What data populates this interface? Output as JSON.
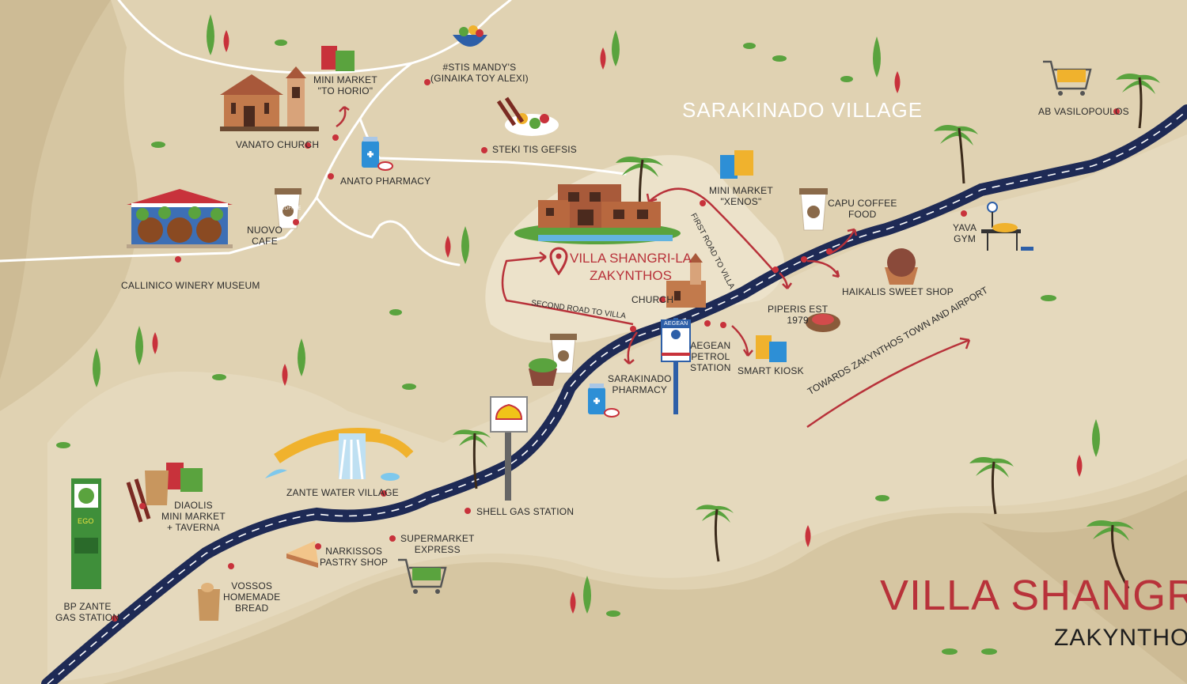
{
  "title": {
    "main": "VILLA SHANGRI-LA",
    "sub": "ZAKYNTHOS"
  },
  "village": "SARAKINADO VILLAGE",
  "villa": {
    "line1": "VILLA SHANGRI-LA",
    "line2": "ZAKYNTHOS"
  },
  "routes": {
    "first": "FIRST ROAD TO VILLA",
    "second": "SECOND ROAD TO VILLA"
  },
  "towards": "TOWARDS ZAKYNTHOS TOWN AND AIRPORT",
  "places": {
    "mini_market_horio": [
      "MINI MARKET",
      "\"TO HORIO\""
    ],
    "stis_mandys": [
      "#STIS MANDY'S",
      "(GINAIKA TOY ALEXI)"
    ],
    "vanato_church": "VANATO CHURCH",
    "steki": "STEKI TIS GEFSIS",
    "anato_pharmacy": "ANATO PHARMACY",
    "nuovo_cafe": [
      "NUOVO",
      "CAFE"
    ],
    "callinico": "CALLINICO WINERY MUSEUM",
    "mini_market_xenos": [
      "MINI MARKET",
      "\"XENOS\""
    ],
    "capu": [
      "CAPU COFFEE",
      "FOOD"
    ],
    "ab": "AB VASILOPOULOS",
    "yava": [
      "YAVA",
      "GYM"
    ],
    "haikalis": "HAIKALIS SWEET SHOP",
    "piperis": [
      "PIPERIS EST",
      "1979"
    ],
    "church": "CHURCH",
    "aegean": [
      "AEGEAN",
      "PETROL",
      "STATION"
    ],
    "smart_kiosk": "SMART KIOSK",
    "sarakinado_pharmacy": [
      "SARAKINADO",
      "PHARMACY"
    ],
    "zante_water": "ZANTE WATER VILLAGE",
    "shell": "SHELL GAS STATION",
    "diaolis": [
      "DIAOLIS",
      "MINI MARKET",
      "+ TAVERNA"
    ],
    "bp": [
      "BP ZANTE",
      "GAS STATION"
    ],
    "vossos": [
      "VOSSOS",
      "HOMEMADE",
      "BREAD"
    ],
    "narkissos": [
      "NARKISSOS",
      "PASTRY SHOP"
    ],
    "supermarket_express": [
      "SUPERMARKET",
      "EXPRESS"
    ]
  },
  "signs": {
    "coffee_cup": "COFFEE",
    "aegean_sign": "AEGEAN",
    "bp_sign": "eGO"
  },
  "colors": {
    "background": "#d6c6a2",
    "lighter_area": "#e5d9bd",
    "villa_area": "#eadfc6",
    "road": "#1e2a55",
    "road_stripe": "#ffffff",
    "accent_red": "#c8323b",
    "tree_green": "#5aa33e"
  }
}
